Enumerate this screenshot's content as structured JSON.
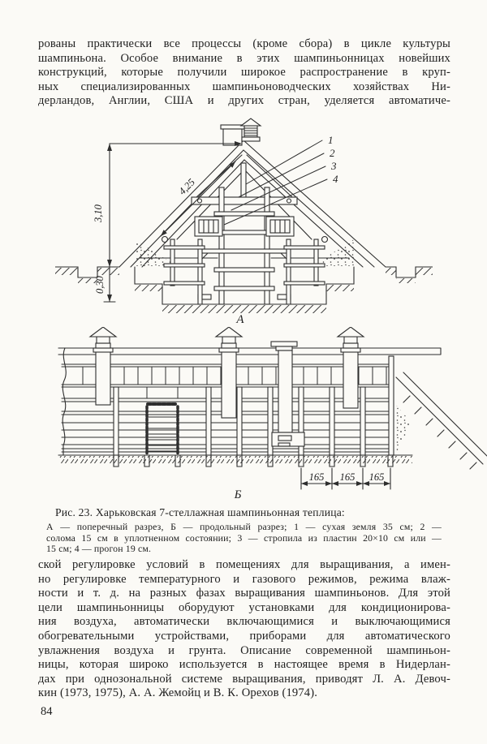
{
  "page": {
    "number": "84"
  },
  "content": {
    "para_top": {
      "lines": [
        "рованы практически все процессы (кроме сбора) в цикле культуры",
        "шампиньона. Особое внимание в этих шампиньонницах новейших",
        "конструкций, которые получили широкое распространение в круп-",
        "ных специализированных шампиньоноводческих хозяйствах Ни-",
        "дерландов, Англии, США и других стран, уделяется автоматиче-"
      ]
    },
    "figure": {
      "caption": {
        "title": "Рис. 23. Харьковская 7-стеллажная шампиньонная теплица:",
        "legend_lines": [
          "А — поперечный разрез, Б — продольный разрез; 1 — сухая земля 35 см; 2 —",
          "солома 15 см в уплотненном состоянии; 3 — стропила из пластин 20×10 см или —",
          "15 см; 4 — прогон 19 см."
        ]
      },
      "diagram_a": {
        "label": "А",
        "dim_slope": "4,25",
        "dim_height": "3,10",
        "dim_depth": "0,30",
        "callouts": [
          "1",
          "2",
          "3",
          "4"
        ]
      },
      "diagram_b": {
        "label": "Б",
        "bay_dims": [
          "165",
          "165",
          "165"
        ]
      }
    },
    "para_bottom": {
      "lines": [
        "ской регулировке условий в помещениях для выращивания, а имен-",
        "но регулировке температурного и газового режимов, режима влаж-",
        "ности и т. д. на разных фазах выращивания шампиньонов. Для этой",
        "цели шампиньонницы оборудуют установками для кондиционирова-",
        "ния воздуха, автоматически включающимися и выключающимися",
        "обогревательными устройствами, приборами для автоматического",
        "увлажнения воздуха и грунта. Описание современной шампиньон-",
        "ницы, которая широко используется в настоящее время в Нидерлан-",
        "дах при однозональной системе выращивания, приводят Л. А. Девоч-",
        "кин (1973, 1975), А. А. Жемойц и В. К. Орехов (1974)."
      ]
    }
  }
}
